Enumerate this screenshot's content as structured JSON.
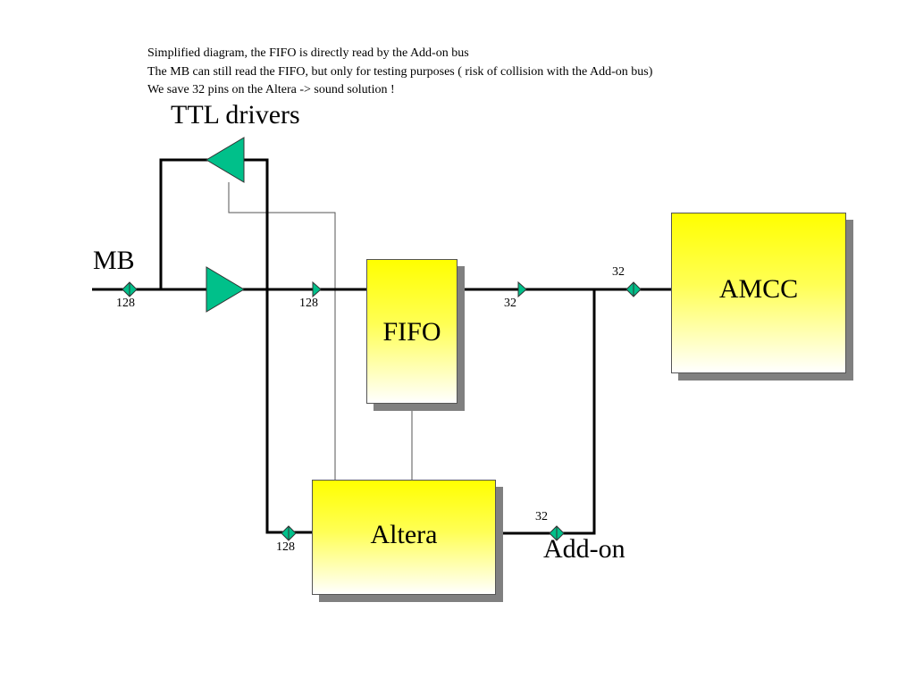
{
  "notes": [
    "Simplified diagram, the FIFO is directly read by the Add-on bus",
    "The MB can still read the FIFO, but only for testing purposes ( risk of collision with the Add-on bus)",
    "We save 32 pins on the Altera -> sound solution !"
  ],
  "labels": {
    "ttl_drivers": "TTL drivers",
    "mb": "MB",
    "add_on": "Add-on"
  },
  "blocks": {
    "fifo": "FIFO",
    "amcc": "AMCC",
    "altera": "Altera"
  },
  "bus_widths": {
    "mb_input": "128",
    "after_drivers": "128",
    "fifo_output": "32",
    "amcc_input": "32",
    "altera_mb_side": "128",
    "altera_addon_side": "32"
  },
  "colors": {
    "driver_fill": "#00c08a",
    "block_fill": "#ffff00",
    "shadow": "#808080"
  }
}
